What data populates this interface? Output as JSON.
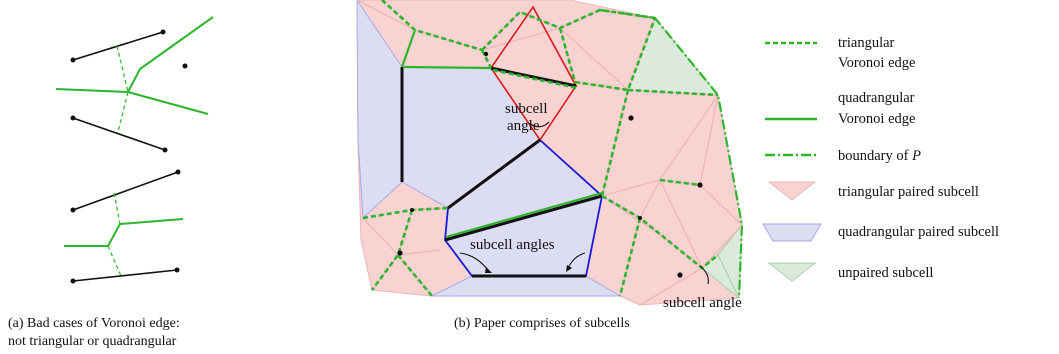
{
  "panel_a": {
    "caption_line1": "(a) Bad cases of Voronoi edge:",
    "caption_line2": "not triangular or quadrangular"
  },
  "panel_b": {
    "caption": "(b) Paper comprises of subcells",
    "annotations": {
      "subcell_angle_top_1": "subcell",
      "subcell_angle_top_2": "angle",
      "subcell_angles_bottom": "subcell angles",
      "subcell_angle_right": "subcell angle"
    }
  },
  "legend": {
    "triangular_edge_1": "triangular",
    "triangular_edge_2": "Voronoi edge",
    "quadrangular_edge_1": "quadrangular",
    "quadrangular_edge_2": "Voronoi edge",
    "boundary_prefix": "boundary of ",
    "boundary_var": "P",
    "triangular_subcell": "triangular paired subcell",
    "quadrangular_subcell": "quadrangular paired subcell",
    "unpaired_subcell": "unpaired subcell"
  },
  "colors": {
    "green": "#2db52d",
    "red_fill": "#f9d2d2",
    "red_edge": "#d81c1c",
    "blue_fill": "#dcdcf2",
    "blue_edge": "#1a1ad6",
    "green_fill": "#dbeadb",
    "black": "#111111"
  }
}
